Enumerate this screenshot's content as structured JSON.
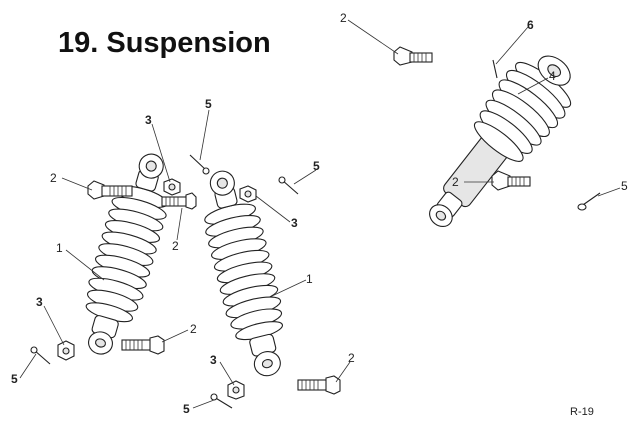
{
  "title": "19. Suspension",
  "page_code": "R-19",
  "callouts": {
    "c1": "2",
    "c2": "6",
    "c3": "4",
    "c4": "2",
    "c5": "5",
    "c6": "5",
    "c7": "3",
    "c8": "5",
    "c9": "2",
    "c10": "3",
    "c11": "2",
    "c12": "1",
    "c13": "1",
    "c14": "3",
    "c15": "2",
    "c16": "5",
    "c17": "3",
    "c18": "2",
    "c19": "5"
  }
}
